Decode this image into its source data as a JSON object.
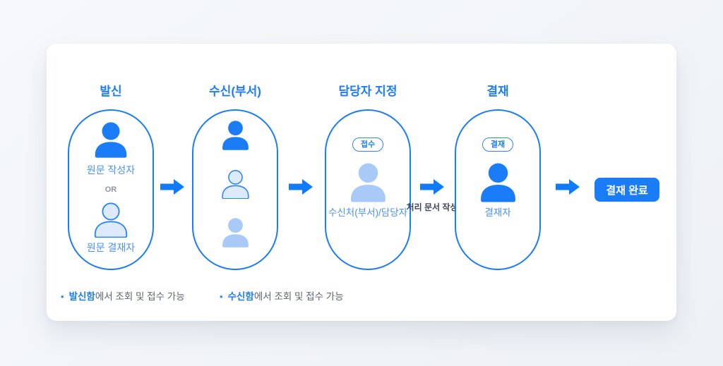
{
  "colors": {
    "primary_blue": "#1a7cf7",
    "header_blue": "#1d7df7",
    "label_blue": "#4a92f5",
    "light_icon_fill": "#ddeafc",
    "medium_icon_fill": "#a9caf7",
    "icon_stroke": "#2b85f6",
    "or_gray": "#8e959d",
    "caption_dark": "#3d4656",
    "note_text": "#5b6472",
    "page_bg": "#f1f4f8",
    "card_bg": "#ffffff"
  },
  "stages": [
    {
      "title": "발신",
      "top_label": "원문 작성자",
      "or_label": "OR",
      "bottom_label": "원문 결재자"
    },
    {
      "title": "수신(부서)"
    },
    {
      "title": "담당자 지정",
      "badge": "접수",
      "label": "수신처(부서)/담당자"
    },
    {
      "title": "결재",
      "badge": "결재",
      "label": "결재자"
    }
  ],
  "flow": {
    "process_caption": "처리 문서 작성"
  },
  "result": {
    "button_label": "결재 완료"
  },
  "notes": [
    {
      "strong": "발신함",
      "rest": "에서 조회 및 접수 가능"
    },
    {
      "strong": "수신함",
      "rest": "에서 조회 및 접수 가능"
    }
  ]
}
